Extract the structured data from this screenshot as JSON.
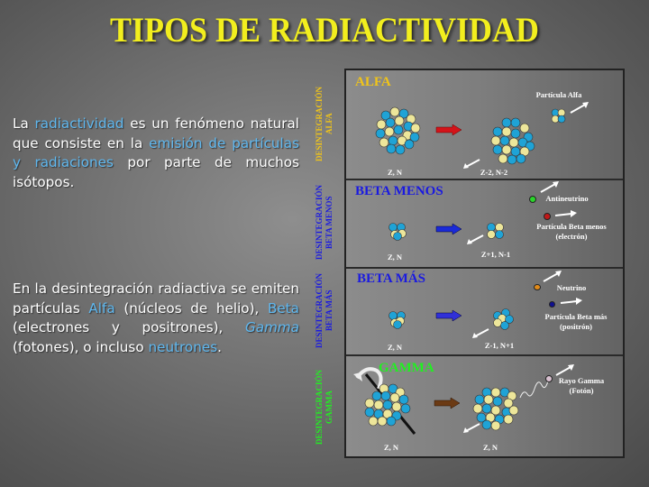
{
  "title": "TIPOS DE RADIACTIVIDAD",
  "intro": {
    "t1": "La ",
    "h1": "radiactividad",
    "t2": " es un fenómeno natural que consiste en la ",
    "h2": "emisión de partículas y radiaciones",
    "t3": " por parte de muchos isótopos."
  },
  "detail": {
    "t1": "En la desintegración radiactiva se emiten partículas ",
    "h1": "Alfa",
    "t2": " (núcleos de helio), ",
    "h2": "Beta",
    "t3": " (electrones y positrones), ",
    "h3": "Gamma",
    "t4": " (fotones), o incluso ",
    "h4": "neutrones",
    "t5": "."
  },
  "colors": {
    "title": "#f2ee1e",
    "highlight": "#5fb7ee",
    "alfa": "#f0c419",
    "beta": "#1a1ae0",
    "gamma": "#22ee22",
    "proton_blue": "#1fa3d6",
    "neutron_yellow": "#ede69a"
  },
  "diagram": {
    "rows": [
      {
        "id": "alfa",
        "side_label": "DESINTEGRACIÓN\nALFA",
        "title": "ALFA",
        "parent": "Z, N",
        "daughter": "Z-2, N-2",
        "emissions": [
          "Partícula Alfa"
        ]
      },
      {
        "id": "beta-menos",
        "side_label": "DESINTEGRACIÓN\nBETA MENOS",
        "title": "BETA MENOS",
        "parent": "Z, N",
        "daughter": "Z+1, N-1",
        "emissions": [
          "Antineutrino",
          "Partícula Beta menos\n(electrón)"
        ]
      },
      {
        "id": "beta-mas",
        "side_label": "DESINTEGRACIÓN\nBETA MÁS",
        "title": "BETA MÁS",
        "parent": "Z, N",
        "daughter": "Z-1, N+1",
        "emissions": [
          "Neutrino",
          "Partícula Beta más\n(positrón)"
        ]
      },
      {
        "id": "gamma",
        "side_label": "DESINTEGRACIÓN\nGAMMA",
        "title": "GAMMA",
        "parent": "Z, N",
        "daughter": "Z, N",
        "emissions": [
          "Rayo Gamma\n(Fotón)"
        ]
      }
    ]
  }
}
